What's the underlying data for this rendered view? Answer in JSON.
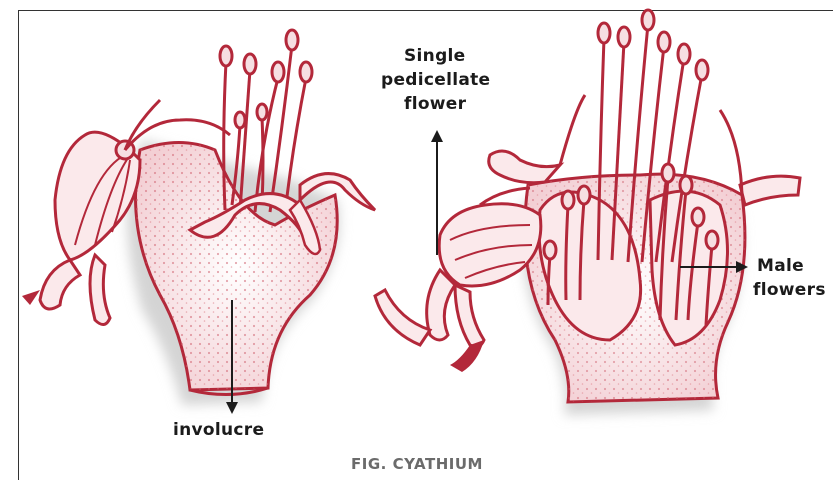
{
  "figure": {
    "caption": "FIG. CYATHIUM",
    "labels": {
      "single_flower_line1": "Single",
      "single_flower_line2": "pedicellate",
      "single_flower_line3": "flower",
      "male_line1": "Male",
      "male_line2": "flowers",
      "involucre": "involucre"
    },
    "colors": {
      "ink": "#b3283a",
      "ink_light": "#e08a95",
      "fill": "#f6dfe2",
      "shadow": "#d9d9d9",
      "arrow": "#1b1b1b"
    }
  }
}
